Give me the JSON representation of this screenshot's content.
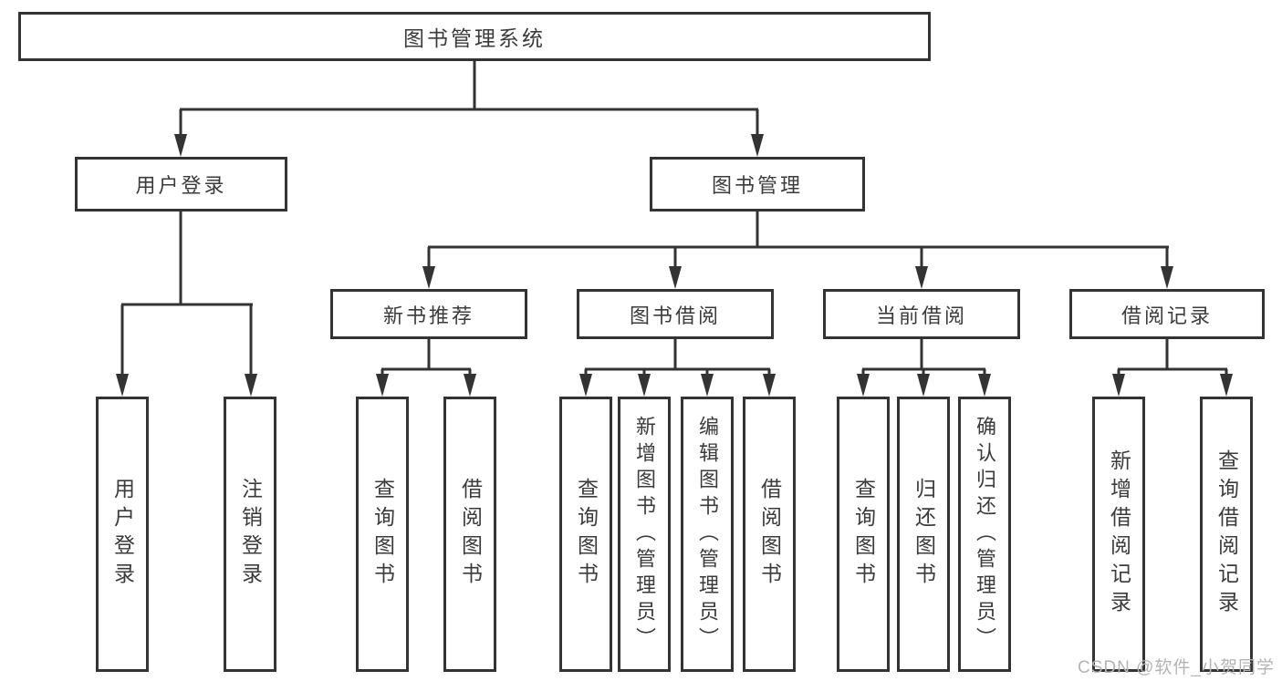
{
  "diagram": {
    "title": "图书管理系统",
    "root": {
      "label": "图书管理系统"
    },
    "level2": [
      {
        "id": "user-login",
        "label": "用户登录"
      },
      {
        "id": "book-management",
        "label": "图书管理"
      }
    ],
    "level3": [
      {
        "id": "new-book-recommend",
        "label": "新书推荐"
      },
      {
        "id": "book-borrow",
        "label": "图书借阅"
      },
      {
        "id": "current-borrow",
        "label": "当前借阅"
      },
      {
        "id": "borrow-records",
        "label": "借阅记录"
      }
    ],
    "leaves": {
      "user_login": [
        "用户登录",
        "注销登录"
      ],
      "new_book_recommend": [
        "查询图书",
        "借阅图书"
      ],
      "book_borrow": [
        "查询图书",
        "新增图书（管理员）",
        "编辑图书（管理员）",
        "借阅图书"
      ],
      "current_borrow": [
        "查询图书",
        "归还图书",
        "确认归还（管理员）"
      ],
      "borrow_records": [
        "新增借阅记录",
        "查询借阅记录"
      ]
    }
  },
  "watermark": "CSDN @软件_小贺同学",
  "colors": {
    "line": "#333333",
    "border": "#333333",
    "text": "#3b3b3b",
    "watermark": "#b4b4b4",
    "background": "#ffffff"
  }
}
